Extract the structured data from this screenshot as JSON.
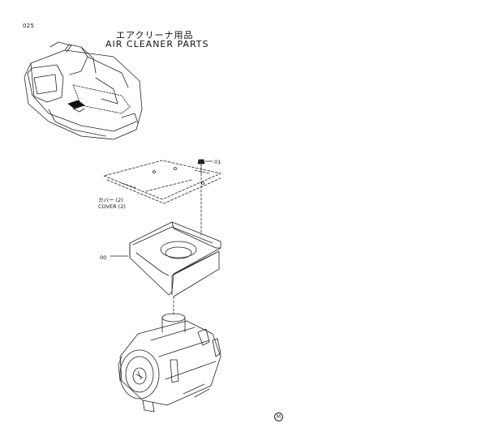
{
  "page_code": "025",
  "title_jp": "エアクリーナ用品",
  "title_en": "AIR CLEANER PARTS",
  "labels": {
    "cover_jp": "カバー (2)",
    "cover_en": "COVER (2)",
    "part_01": "01",
    "part_00": "00"
  },
  "footer_mark": "M"
}
